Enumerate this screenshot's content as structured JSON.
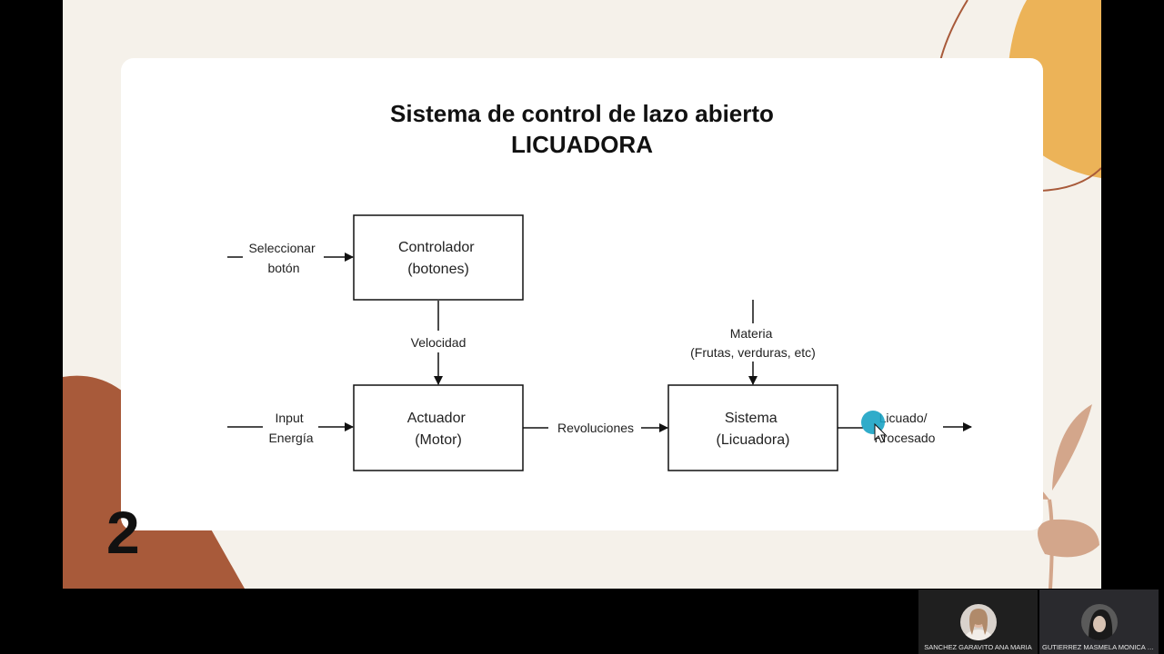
{
  "slide": {
    "title_line1": "Sistema de control de lazo abierto",
    "title_line2": "LICUADORA",
    "number": "2"
  },
  "diagram": {
    "blocks": {
      "controlador": [
        "Controlador",
        "(botones)"
      ],
      "actuador": [
        "Actuador",
        "(Motor)"
      ],
      "sistema": [
        "Sistema",
        "(Licuadora)"
      ]
    },
    "signals": {
      "seleccionar": [
        "Seleccionar",
        "botón"
      ],
      "velocidad": "Velocidad",
      "input": [
        "Input",
        "Energía"
      ],
      "revoluciones": "Revoluciones",
      "materia": [
        "Materia",
        "(Frutas, verduras, etc)"
      ],
      "salida": [
        "Licuado/",
        "Procesado"
      ]
    }
  },
  "colors": {
    "slide_bg": "#f5f1ea",
    "brown": "#a85a3a",
    "orange": "#ecb358",
    "leaf": "#d3a68b",
    "cursor_dot": "#1aa3c4"
  },
  "participants": [
    {
      "name": "SANCHEZ GARAVITO ANA MARIA"
    },
    {
      "name": "GUTIERREZ MASMELA MONICA PA..."
    }
  ]
}
